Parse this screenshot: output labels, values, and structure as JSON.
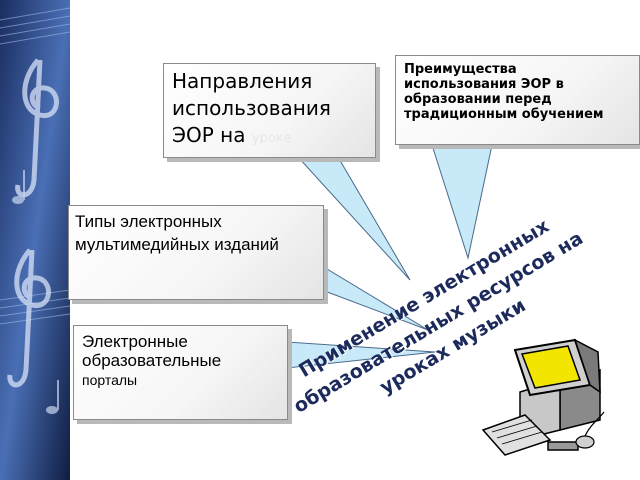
{
  "diagram": {
    "boxes": {
      "directions": {
        "text_main": "Направления использования ЭОР на",
        "text_faded": "уроке"
      },
      "advantages": {
        "text": "Преимущества использования ЭОР в образовании перед традиционным обучением"
      },
      "types": {
        "text": "Типы электронных мультимедийных изданий"
      },
      "portals": {
        "text_main": "Электронные образовательные",
        "text_small": "порталы"
      }
    },
    "central_title": {
      "line1": "Применение электронных",
      "line2": "образовательных ресурсов на",
      "line3": "уроках музыки"
    },
    "icons": [
      "treble-clef-icon",
      "computer-icon",
      "keyboard-icon",
      "mouse-icon"
    ],
    "colors": {
      "sidebar_dark": "#0d1a3a",
      "sidebar_light": "#3b5aa0",
      "callout_fill": "#c7e9f8",
      "callout_stroke": "#4a6a8a",
      "title_text": "#1d2a5c",
      "monitor_screen": "#f2e600",
      "computer_body": "#b8b8b8"
    }
  }
}
